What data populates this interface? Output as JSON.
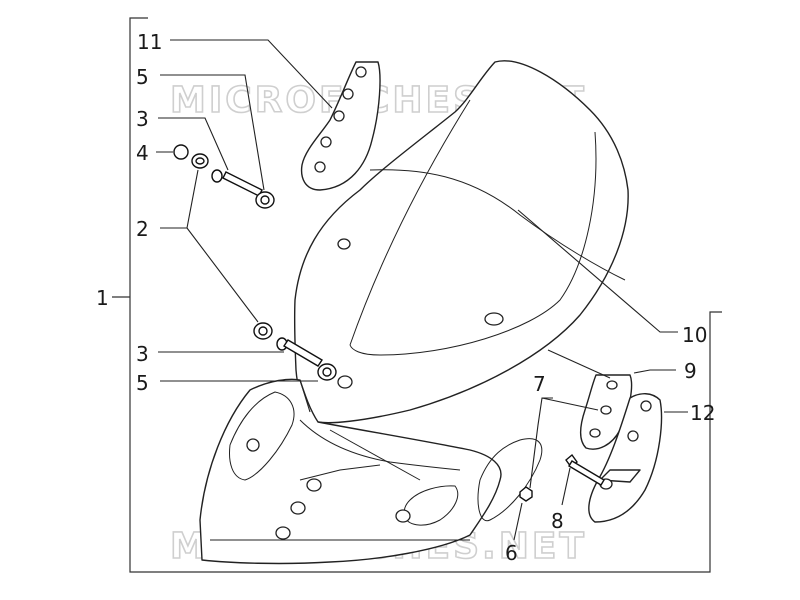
{
  "watermark": {
    "top": "MICROFICHES.NET",
    "bottom": "MICROFICHES.NET"
  },
  "callouts": [
    {
      "id": "c1",
      "text": "1"
    },
    {
      "id": "c2",
      "text": "2"
    },
    {
      "id": "c3a",
      "text": "3"
    },
    {
      "id": "c3b",
      "text": "3"
    },
    {
      "id": "c4",
      "text": "4"
    },
    {
      "id": "c5a",
      "text": "5"
    },
    {
      "id": "c5b",
      "text": "5"
    },
    {
      "id": "c6",
      "text": "6"
    },
    {
      "id": "c7",
      "text": "7"
    },
    {
      "id": "c8",
      "text": "8"
    },
    {
      "id": "c9",
      "text": "9"
    },
    {
      "id": "c10",
      "text": "10"
    },
    {
      "id": "c11",
      "text": "11"
    },
    {
      "id": "c12",
      "text": "12"
    }
  ]
}
